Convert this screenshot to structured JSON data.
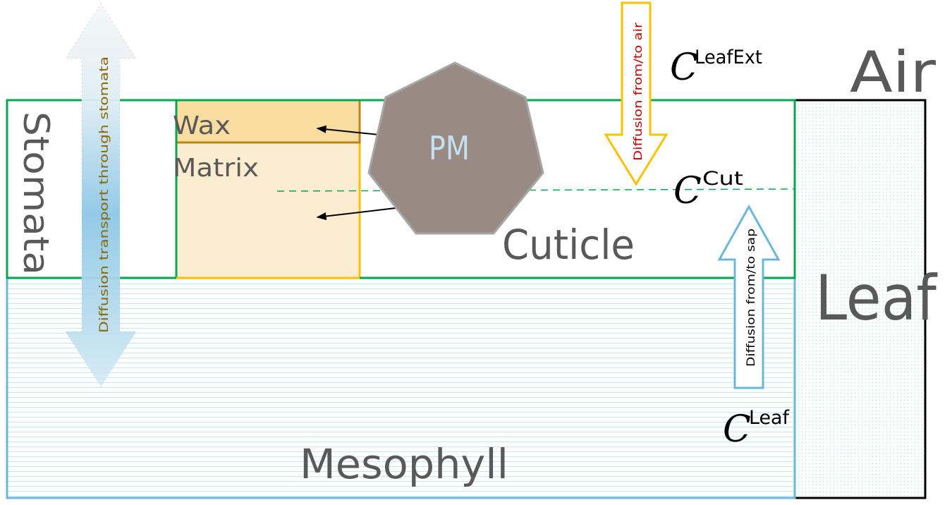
{
  "regions": {
    "air": "Air",
    "leaf": "Leaf",
    "stomata": "Stomata",
    "wax": "Wax",
    "matrix": "Matrix",
    "cuticle": "Cuticle",
    "mesophyll": "Mesophyll",
    "pm": "PM"
  },
  "arrows": {
    "stomata_transport": "Diffusion transport through stomata",
    "air_diffusion": "Diffusion from/to air",
    "sap_diffusion": "Diffusion from/to sap"
  },
  "concentrations": {
    "leaf_ext": {
      "symbol": "C",
      "superscript": "LeafExt"
    },
    "cut": {
      "symbol": "C",
      "superscript": "Cut"
    },
    "leaf": {
      "symbol": "C",
      "superscript": "Leaf"
    }
  },
  "colors": {
    "cuticle_border": "#00a84f",
    "mesophyll_border": "#6bb7dc",
    "wax_fill": "#f8dca0",
    "wax_border": "#bf8514",
    "matrix_fill": "#fcedd0",
    "matrix_border": "#ffc000",
    "pm_fill": "#998b83",
    "pm_text": "#c5e0f0",
    "air_arrow": "#ffc000",
    "air_arrow_text": "#c00000",
    "sap_arrow": "#6bb7dc",
    "stomata_text": "#8b6508"
  }
}
